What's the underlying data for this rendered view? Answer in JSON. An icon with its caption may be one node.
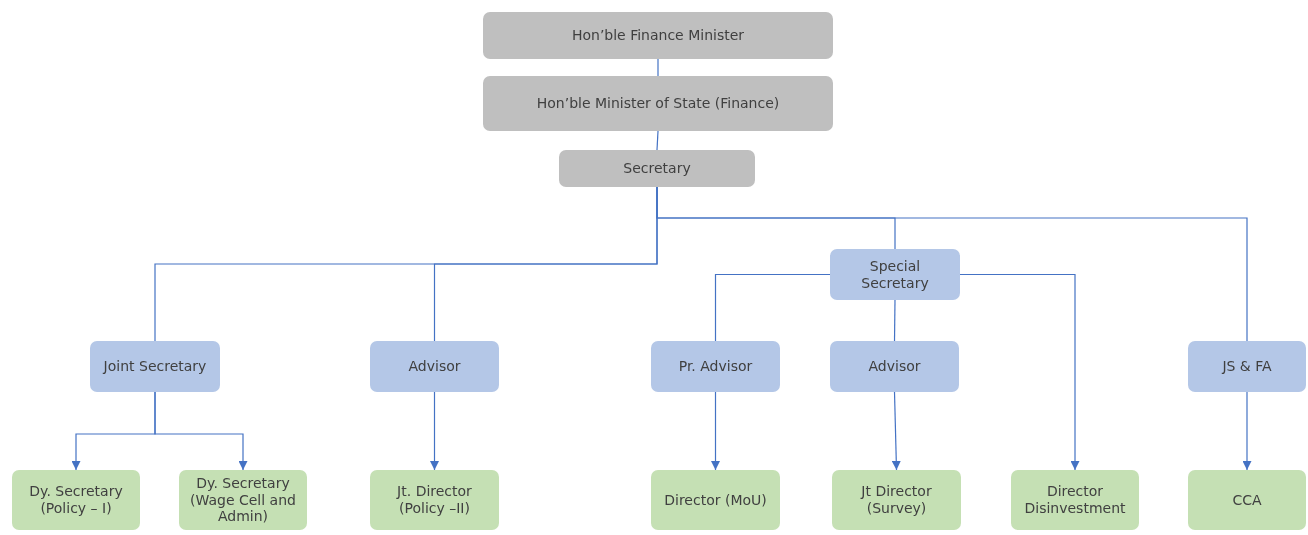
{
  "diagram": {
    "nodes": [
      {
        "text": [
          "Hon’ble Finance Minister"
        ]
      },
      {
        "text": [
          "Hon’ble Minister of State (Finance)"
        ]
      },
      {
        "text": [
          "Secretary"
        ]
      },
      {
        "text": [
          "Joint Secretary"
        ]
      },
      {
        "text": [
          "Advisor"
        ]
      },
      {
        "text": [
          "Special Secretary"
        ]
      },
      {
        "text": [
          "Pr. Advisor"
        ]
      },
      {
        "text": [
          "Advisor"
        ]
      },
      {
        "text": [
          "JS & FA"
        ]
      },
      {
        "text": [
          "Dy. Secretary (Policy – I)"
        ]
      },
      {
        "text": [
          "Dy. Secretary (Wage Cell and Admin)"
        ]
      },
      {
        "text": [
          "Jt. Director (Policy –II)"
        ]
      },
      {
        "text": [
          "Director (MoU)"
        ]
      },
      {
        "text": [
          "Jt Director (Survey)"
        ]
      },
      {
        "text": [
          "Director Disinvestment"
        ]
      },
      {
        "text": [
          "CCA"
        ]
      }
    ],
    "edges": [
      {
        "from": 0,
        "to": 1,
        "arrow": "none"
      },
      {
        "from": 1,
        "to": 2,
        "arrow": "none"
      },
      {
        "from": 2,
        "to": 3,
        "arrow": "none"
      },
      {
        "from": 2,
        "to": 4,
        "arrow": "none"
      },
      {
        "from": 2,
        "to": 5,
        "arrow": "none"
      },
      {
        "from": 2,
        "to": 8,
        "arrow": "none"
      },
      {
        "from": 3,
        "to": 9,
        "arrow": "to"
      },
      {
        "from": 3,
        "to": 10,
        "arrow": "to"
      },
      {
        "from": 4,
        "to": 11,
        "arrow": "to"
      },
      {
        "from": 5,
        "to": 6,
        "arrow": "none"
      },
      {
        "from": 5,
        "to": 7,
        "arrow": "none"
      },
      {
        "from": 5,
        "to": 14,
        "arrow": "to"
      },
      {
        "from": 6,
        "to": 12,
        "arrow": "to"
      },
      {
        "from": 7,
        "to": 13,
        "arrow": "to"
      },
      {
        "from": 8,
        "to": 15,
        "arrow": "to"
      }
    ]
  }
}
